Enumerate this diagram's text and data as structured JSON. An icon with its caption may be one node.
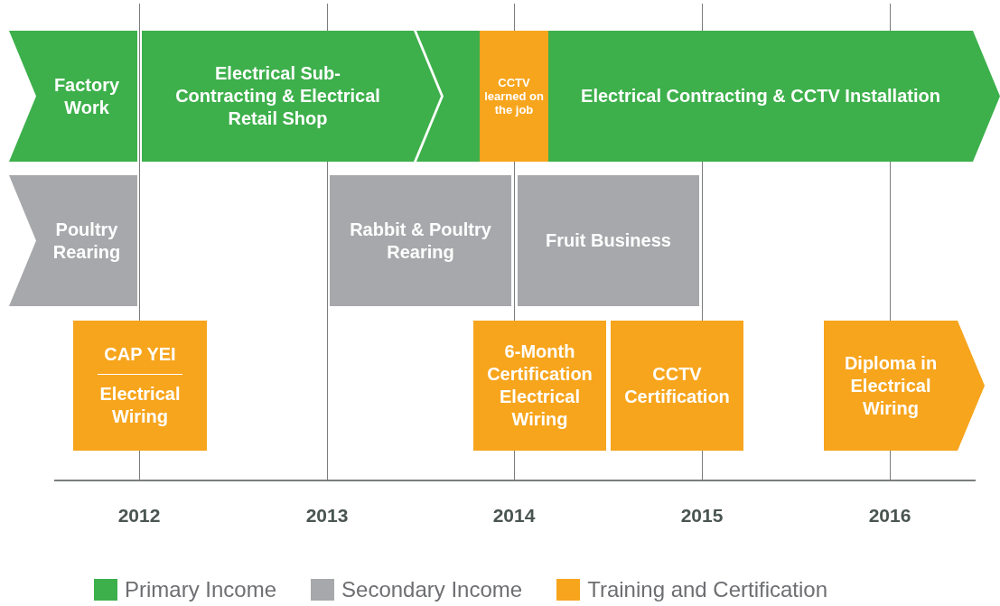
{
  "diagram": {
    "nodes": [
      {
        "text": [
          "Factory Work"
        ]
      },
      {
        "text": [
          "Electrical Sub-Contracting & Electrical Retail Shop"
        ]
      },
      {
        "text": [
          "Electrical Contracting & CCTV Installation"
        ]
      },
      {
        "text": [
          "CCTV learned on the job"
        ],
        "in": 2
      },
      {
        "text": [
          "Poultry Rearing"
        ]
      },
      {
        "text": [
          "Rabbit & Poultry Rearing"
        ]
      },
      {
        "text": [
          "Fruit Business"
        ]
      },
      {
        "text": [
          "CAP YEI",
          "Electrical Wiring"
        ]
      },
      {
        "text": [
          "6-Month Certification Electrical Wiring"
        ]
      },
      {
        "text": [
          "CCTV Certification"
        ]
      },
      {
        "text": [
          "Diploma in Electrical Wiring"
        ]
      }
    ],
    "labels": [
      "2012",
      "2013",
      "2014",
      "2015",
      "2016"
    ],
    "legend": [
      {
        "text": "Primary Income",
        "color": "#3db04b"
      },
      {
        "text": "Secondary Income",
        "color": "#a7a8ab"
      },
      {
        "text": "Training and Certification",
        "color": "#f7a51d"
      }
    ]
  }
}
